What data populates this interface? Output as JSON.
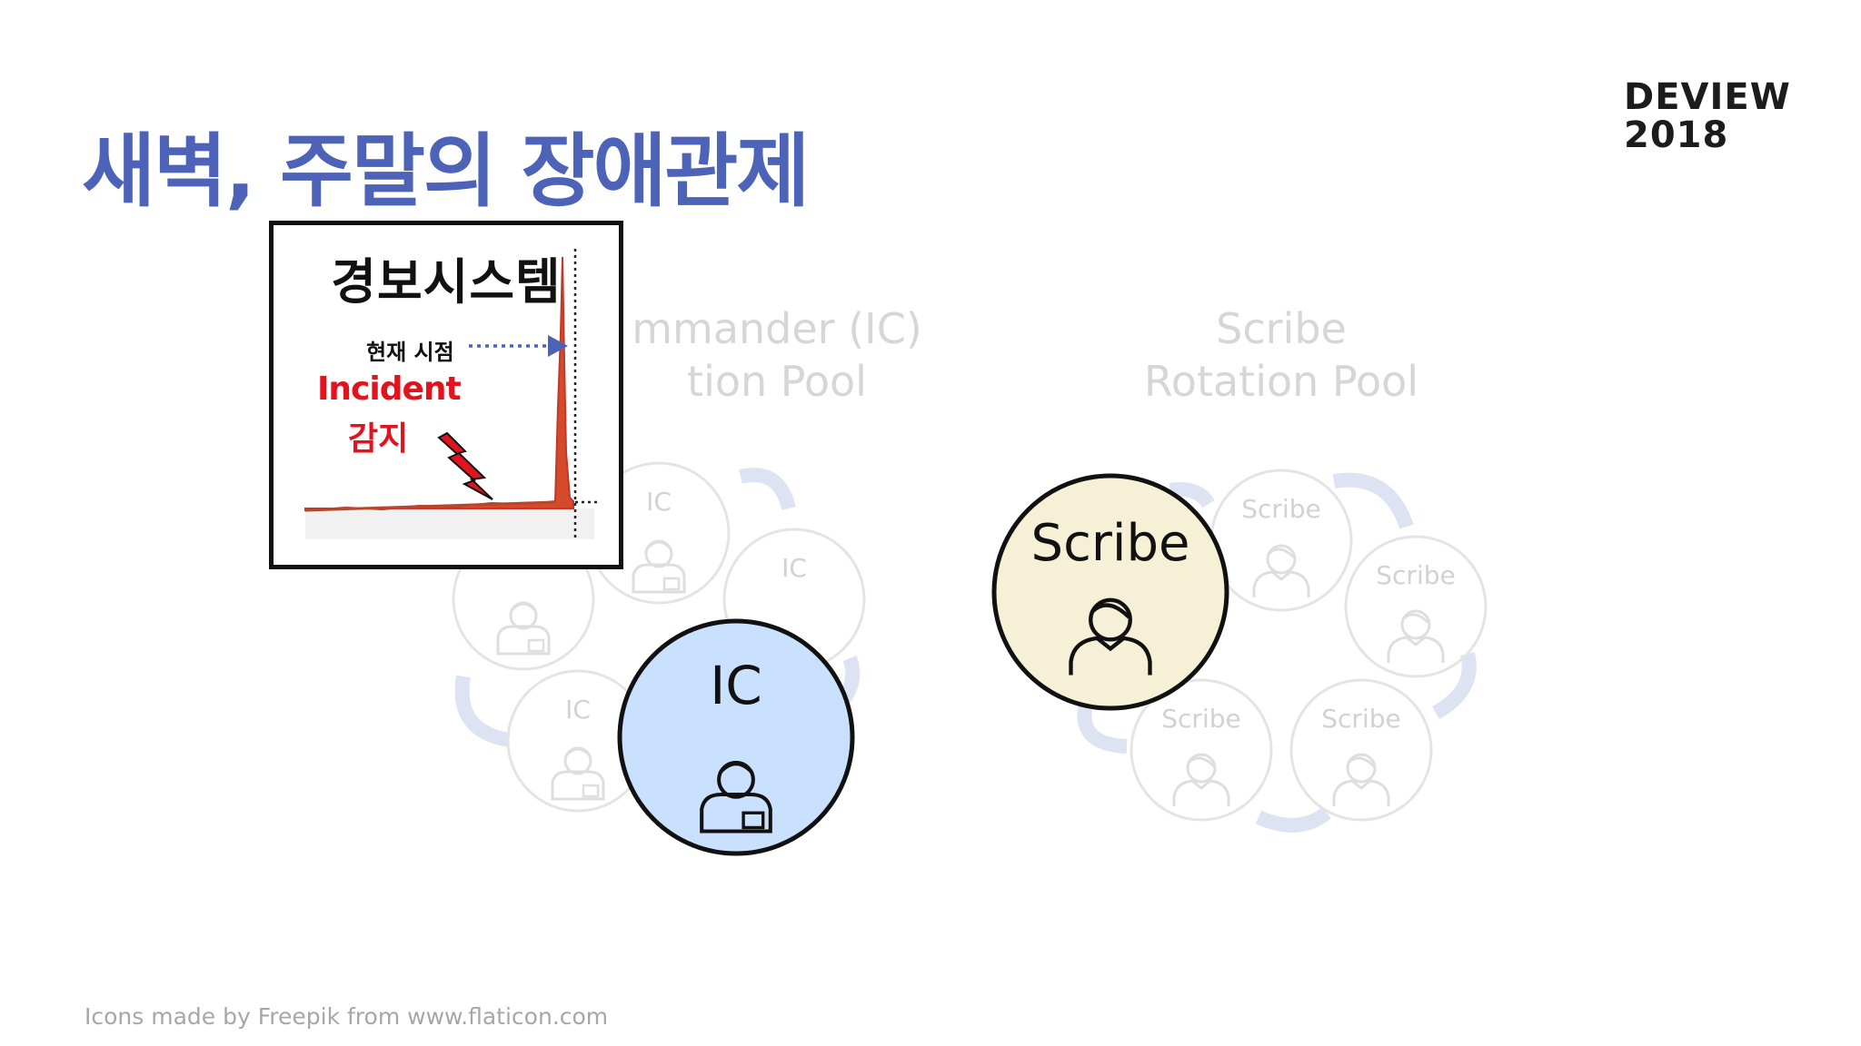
{
  "slide": {
    "title": "새벽, 주말의 장애관제",
    "brand_line1": "DEVIEW",
    "brand_line2": "2018",
    "credit": "Icons made by Freepik from www.flaticon.com"
  },
  "alert_system": {
    "title": "경보시스템",
    "now_label": "현재 시점",
    "incident_label": "Incident",
    "detect_label": "감지"
  },
  "ic_pool": {
    "title_line1": "mmander (IC)",
    "title_line2": "tion Pool",
    "member_label": "IC",
    "active_label": "IC"
  },
  "scribe_pool": {
    "title_line1": "Scribe",
    "title_line2": "Rotation Pool",
    "member_label": "Scribe",
    "active_label": "Scribe"
  },
  "colors": {
    "title": "#4d63b8",
    "ic_active_fill": "#c9e1ff",
    "scribe_active_fill": "#f6f0d6",
    "incident": "#e0141e",
    "arrow": "#4d63b8"
  }
}
